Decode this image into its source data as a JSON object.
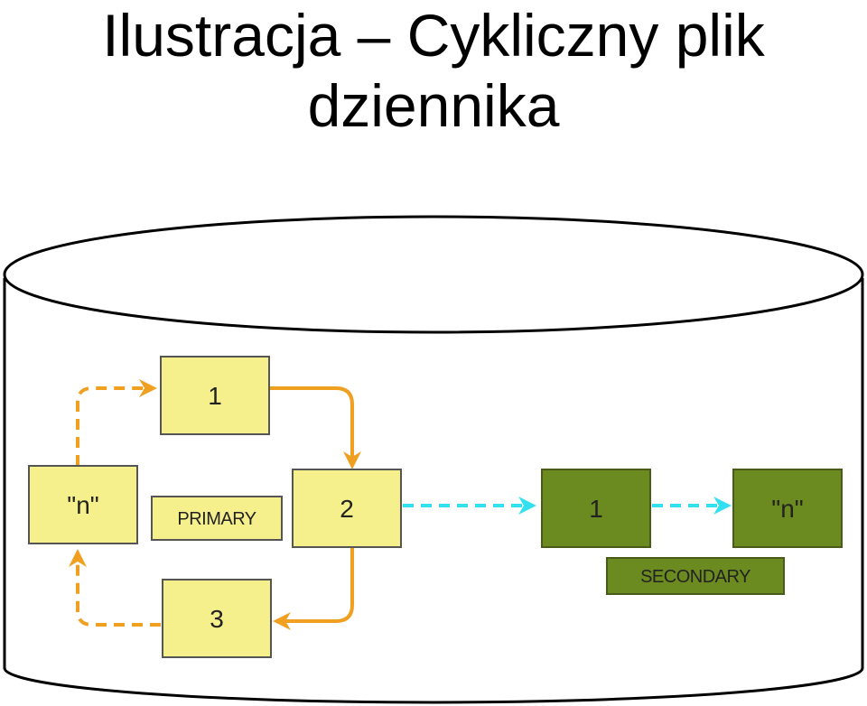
{
  "title": {
    "line1": "Ilustracja – Cykliczny plik",
    "line2": "dziennika"
  },
  "diagram": {
    "primary_label": "PRIMARY",
    "secondary_label": "SECONDARY",
    "primary_logs": [
      "1",
      "2",
      "3",
      "\"n\""
    ],
    "secondary_logs": [
      "1",
      "\"n\""
    ]
  },
  "colors": {
    "primary_fill": "#f5f08c",
    "secondary_fill": "#6b8a1f",
    "primary_arrow": "#f0a020",
    "secondary_arrow": "#33e0f0"
  }
}
